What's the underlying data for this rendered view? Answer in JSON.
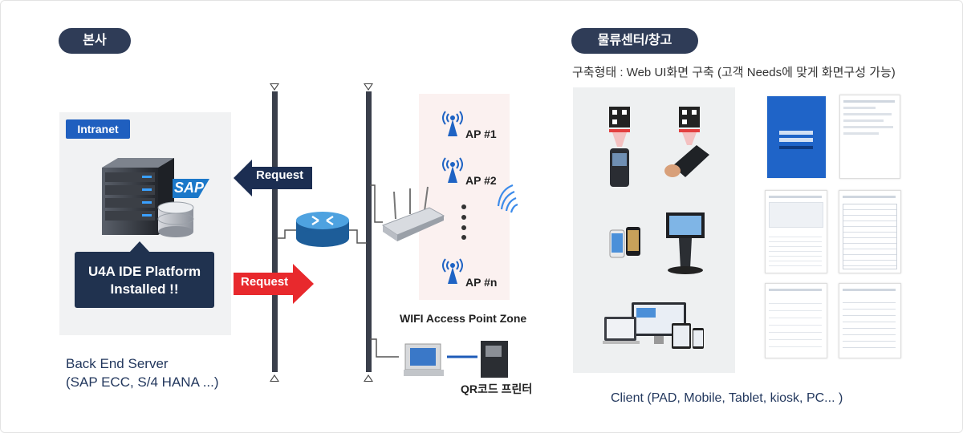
{
  "headquarters": {
    "badge": "본사",
    "intranet_label": "Intranet",
    "sap_logo": "SAP",
    "platform_line1": "U4A IDE Platform",
    "platform_line2": "Installed !!",
    "server_line1": "Back End Server",
    "server_line2": "(SAP ECC, S/4 HANA ...)"
  },
  "network": {
    "request_in": "Request",
    "request_out": "Request"
  },
  "wifi_zone": {
    "aps": [
      "AP #1",
      "AP #2",
      "AP #n"
    ],
    "zone_label": "WIFI Access Point Zone",
    "printer_label": "QR코드 프린터"
  },
  "logistics": {
    "badge": "물류센터/창고",
    "config_text": "구축형태 : Web UI화면 구축 (고객 Needs에 맞게 화면구성 가능)",
    "client_label": "Client (PAD, Mobile, Tablet, kiosk, PC... )"
  },
  "colors": {
    "navy": "#2f3c57",
    "arrow_navy": "#1c2e52",
    "arrow_red": "#e8292d",
    "blue": "#1f5fbf",
    "wifi_blue": "#1e63c4"
  }
}
